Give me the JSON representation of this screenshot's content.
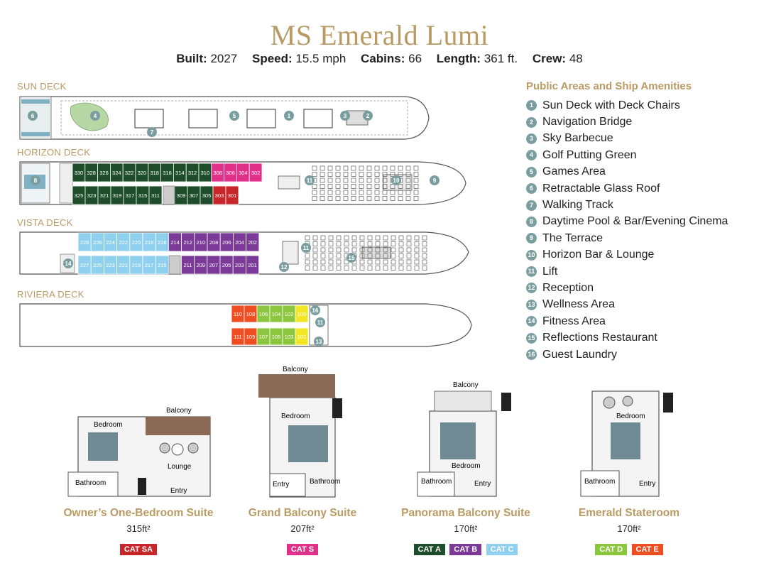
{
  "header": {
    "title": "MS Emerald Lumi",
    "specs": [
      {
        "label": "Built:",
        "value": "2027"
      },
      {
        "label": "Speed:",
        "value": "15.5 mph"
      },
      {
        "label": "Cabins:",
        "value": "66"
      },
      {
        "label": "Length:",
        "value": "361 ft."
      },
      {
        "label": "Crew:",
        "value": "48"
      }
    ]
  },
  "decks": {
    "sun": {
      "label": "SUN DECK",
      "markers": [
        "1",
        "2",
        "3",
        "4",
        "5",
        "6",
        "7"
      ]
    },
    "horizon": {
      "label": "HORIZON DECK",
      "top_cabins": [
        "330",
        "328",
        "326",
        "324",
        "322",
        "320",
        "318",
        "316",
        "314",
        "312",
        "310",
        "308",
        "306",
        "304",
        "302"
      ],
      "bottom_cabins": [
        "325",
        "323",
        "321",
        "319",
        "317",
        "315",
        "311",
        "309",
        "307",
        "305",
        "303",
        "301"
      ],
      "markers": [
        "8",
        "10",
        "11",
        "9"
      ]
    },
    "vista": {
      "label": "VISTA DECK",
      "top_cabins": [
        "228",
        "226",
        "224",
        "222",
        "220",
        "218",
        "216",
        "214",
        "212",
        "210",
        "208",
        "206",
        "204",
        "202"
      ],
      "bottom_cabins": [
        "227",
        "225",
        "223",
        "221",
        "219",
        "217",
        "215",
        "211",
        "209",
        "207",
        "205",
        "203",
        "201"
      ],
      "markers": [
        "14",
        "11",
        "15",
        "12"
      ]
    },
    "riviera": {
      "label": "RIVIERA DECK",
      "top_cabins": [
        "110",
        "108",
        "106",
        "104",
        "102",
        "100"
      ],
      "bottom_cabins": [
        "111",
        "109",
        "107",
        "105",
        "103",
        "101"
      ],
      "markers": [
        "16",
        "11",
        "13"
      ]
    }
  },
  "amenities": {
    "title": "Public Areas and Ship Amenities",
    "items": [
      {
        "num": "1",
        "label": "Sun Deck with Deck Chairs"
      },
      {
        "num": "2",
        "label": "Navigation Bridge"
      },
      {
        "num": "3",
        "label": "Sky Barbecue"
      },
      {
        "num": "4",
        "label": "Golf Putting Green"
      },
      {
        "num": "5",
        "label": "Games Area"
      },
      {
        "num": "6",
        "label": "Retractable Glass Roof"
      },
      {
        "num": "7",
        "label": "Walking Track"
      },
      {
        "num": "8",
        "label": "Daytime Pool & Bar/Evening Cinema"
      },
      {
        "num": "9",
        "label": "The Terrace"
      },
      {
        "num": "10",
        "label": "Horizon Bar & Lounge"
      },
      {
        "num": "11",
        "label": "Lift"
      },
      {
        "num": "12",
        "label": "Reception"
      },
      {
        "num": "13",
        "label": "Wellness Area"
      },
      {
        "num": "14",
        "label": "Fitness Area"
      },
      {
        "num": "15",
        "label": "Reflections Restaurant"
      },
      {
        "num": "16",
        "label": "Guest Laundry"
      }
    ]
  },
  "suites": [
    {
      "name": "Owner’s One-Bedroom Suite",
      "size": "315ft²",
      "rooms": [
        "Balcony",
        "Bedroom",
        "Lounge",
        "Bathroom",
        "Entry"
      ],
      "cats": [
        {
          "label": "CAT SA",
          "color": "#c8262b"
        }
      ]
    },
    {
      "name": "Grand Balcony Suite",
      "size": "207ft²",
      "rooms": [
        "Balcony",
        "Bedroom",
        "Entry",
        "Bathroom"
      ],
      "cats": [
        {
          "label": "CAT S",
          "color": "#e0308a"
        }
      ]
    },
    {
      "name": "Panorama Balcony Suite",
      "size": "170ft²",
      "rooms": [
        "Balcony",
        "Bedroom",
        "Bathroom",
        "Entry"
      ],
      "cats": [
        {
          "label": "CAT A",
          "color": "#1d4d2a"
        },
        {
          "label": "CAT B",
          "color": "#7b3a97"
        },
        {
          "label": "CAT C",
          "color": "#8fd0ef"
        }
      ]
    },
    {
      "name": "Emerald Stateroom",
      "size": "170ft²",
      "rooms": [
        "Bedroom",
        "Bathroom",
        "Entry"
      ],
      "cats": [
        {
          "label": "CAT D",
          "color": "#8cc63f"
        },
        {
          "label": "CAT E",
          "color": "#ef4e23"
        }
      ]
    }
  ],
  "colors": {
    "gold": "#b99a63",
    "marker": "#7a9ea0",
    "cat_a": "#1d4d2a",
    "cat_b": "#7b3a97",
    "cat_c": "#8fd0ef",
    "cat_s": "#e0308a",
    "cat_sa": "#c8262b",
    "riviera_orange": "#ef4e23",
    "riviera_green": "#8cc63f",
    "riviera_yellow": "#f2e627"
  }
}
